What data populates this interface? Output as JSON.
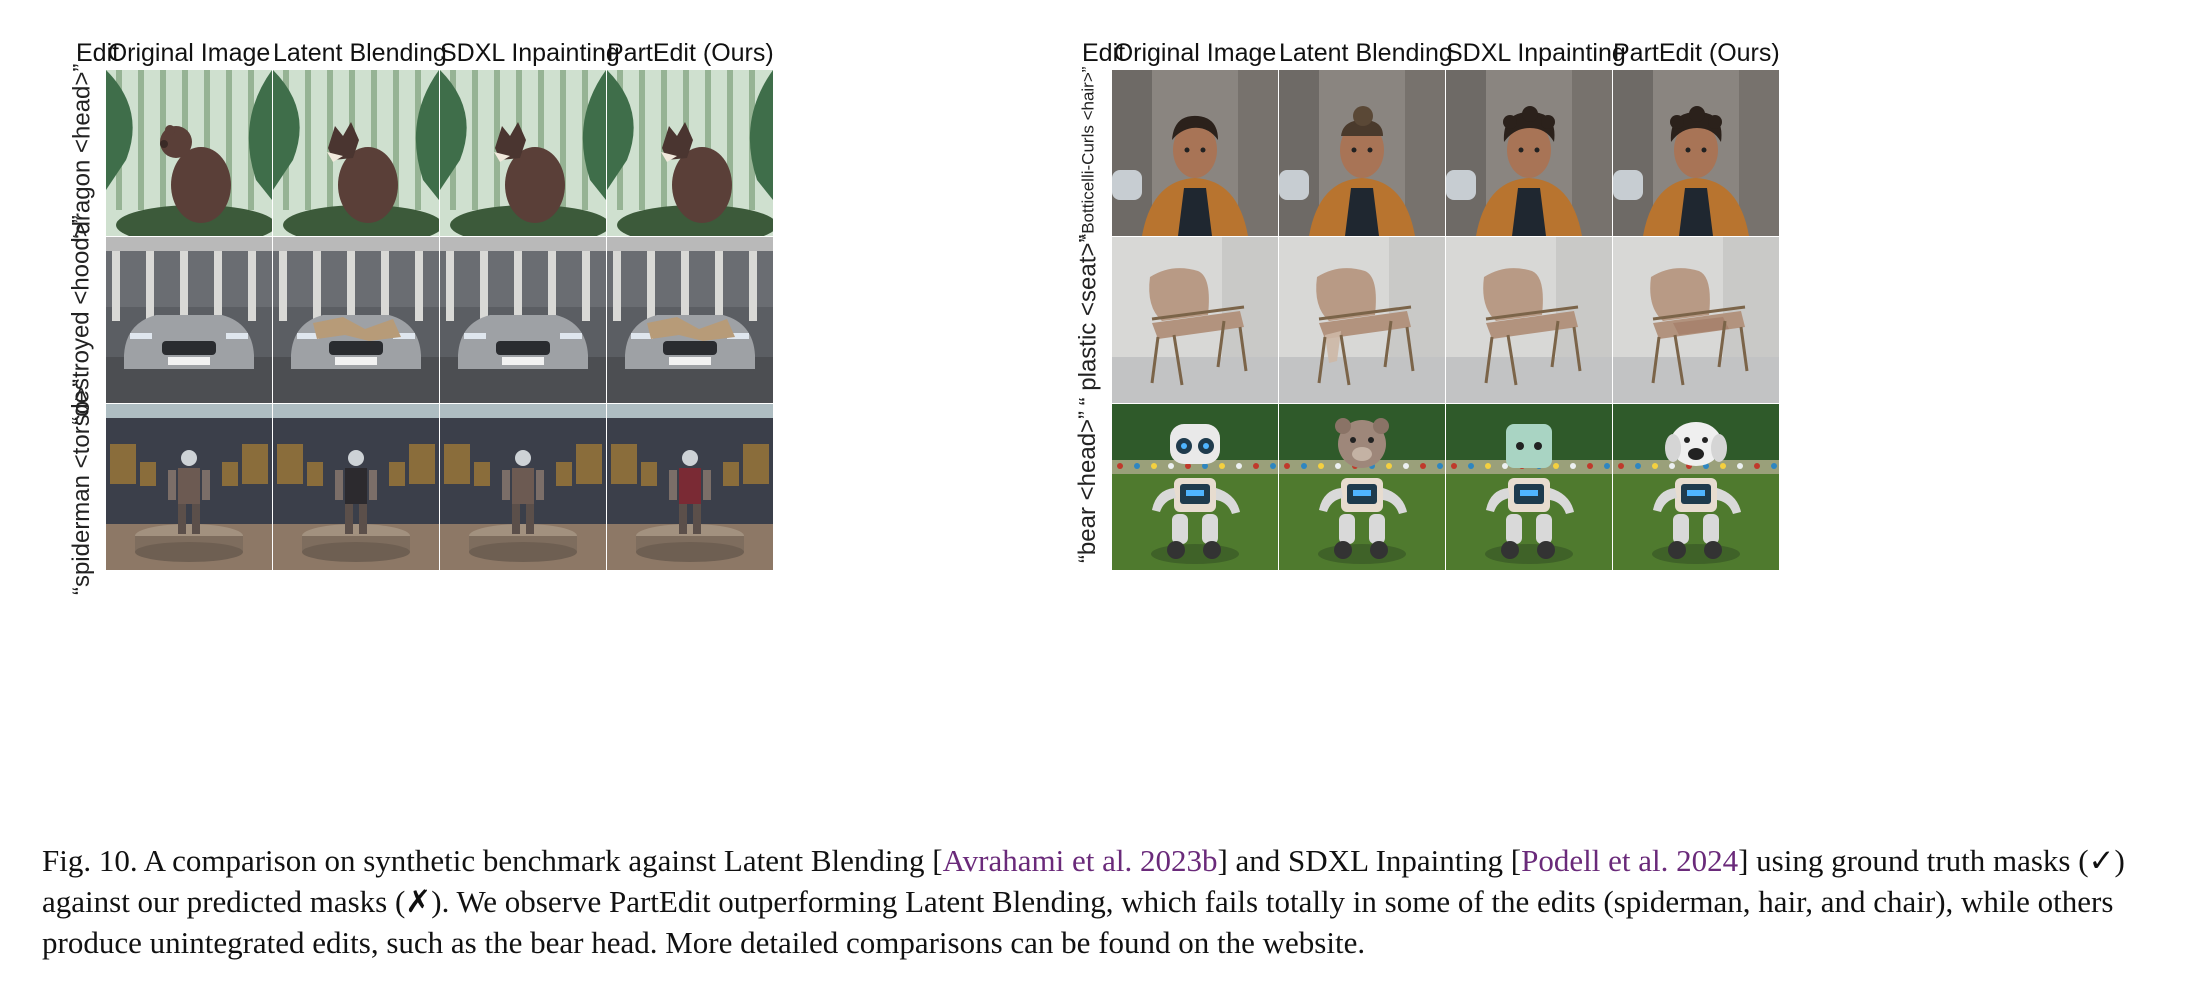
{
  "panels": {
    "left": {
      "edit_label": "Edit",
      "columns": [
        "Original Image",
        "Latent Blending",
        "SDXL Inpainting",
        "PartEdit (Ours)"
      ],
      "rows": [
        {
          "label": "“dragon <head>”",
          "scene": "bear"
        },
        {
          "label": "“destroyed <hood>”",
          "scene": "car"
        },
        {
          "label": "“spiderman <torso>”",
          "scene": "robot-gallery"
        }
      ]
    },
    "right": {
      "edit_label": "Edit",
      "columns": [
        "Original Image",
        "Latent Blending",
        "SDXL Inpainting",
        "PartEdit (Ours)"
      ],
      "rows": [
        {
          "label": "“Botticelli-Curls <hair>”",
          "scene": "boy"
        },
        {
          "label": "“ plastic <seat>”",
          "scene": "chair"
        },
        {
          "label": "“bear <head>”",
          "scene": "robot-park"
        }
      ]
    }
  },
  "caption": {
    "part1": "Fig. 10.  A comparison on synthetic benchmark against Latent Blending [",
    "cite1": "Avrahami et al. 2023b",
    "part2": "] and SDXL Inpainting [",
    "cite2": "Podell et al. 2024",
    "part3": "] using ground truth masks (✓) against our predicted masks (✗). We observe PartEdit outperforming Latent Blending, which fails totally in some of the edits (spiderman, hair, and chair), while others produce unintegrated edits, such as the bear head. More detailed comparisons can be found on the website."
  },
  "colors": {
    "citation": "#6a2a7a",
    "jungle": "#5f8a6a",
    "garage": "#5b5e63",
    "gallery": "#3b3f4a",
    "street": "#8a8580",
    "studio": "#d8d8d6",
    "park": "#4f7a2e"
  }
}
